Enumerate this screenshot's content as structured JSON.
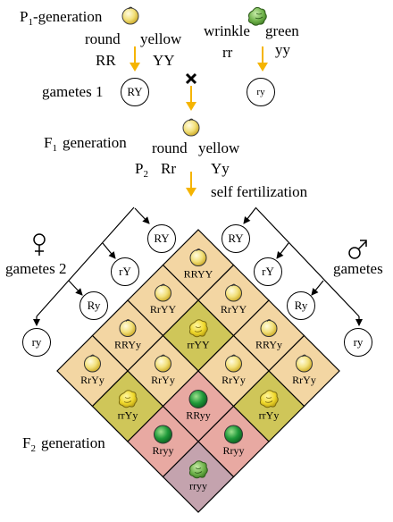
{
  "colors": {
    "arrow": "#f5b400",
    "cell_light": "#f3d6a3",
    "cell_olive": "#cfc659",
    "cell_pink": "#e8a9a2",
    "cell_mauve": "#c4a3ae",
    "pea_yellow": "#f2e07a",
    "pea_green": "#1f9a3a",
    "pea_wrinkled_green": "#6fb24a"
  },
  "icons": [
    "yellow-round-pea-icon",
    "yellow-wrinkled-pea-icon",
    "green-round-pea-icon",
    "green-wrinkled-pea-icon",
    "cross-icon",
    "female-symbol-icon",
    "male-symbol-icon"
  ],
  "p1": {
    "label": "P",
    "label_sub": "1",
    "label_rest": "-generation",
    "left_phenotype_1": "round",
    "left_phenotype_2": "yellow",
    "left_genotype_1": "RR",
    "left_genotype_2": "YY",
    "right_phenotype_1": "wrinkle",
    "right_phenotype_2": "green",
    "right_genotype_1": "rr",
    "right_genotype_2": "yy"
  },
  "gametes1": {
    "label": "gametes 1",
    "left": "RY",
    "right": "ry"
  },
  "f1": {
    "label": "F",
    "label_sub": "1",
    "label_rest": "generation",
    "phenotype_1": "round",
    "phenotype_2": "yellow",
    "p2_label": "P",
    "p2_sub": "2",
    "genotype_1": "Rr",
    "genotype_2": "Yy",
    "self_fertilization": "self fertilization"
  },
  "gametes2": {
    "female_label": "gametes 2",
    "male_label": "gametes",
    "female": [
      "RY",
      "rY",
      "Ry",
      "ry"
    ],
    "male": [
      "RY",
      "rY",
      "Ry",
      "ry"
    ]
  },
  "f2": {
    "label": "F",
    "label_sub": "2",
    "label_rest": "generation",
    "grid": [
      [
        "RRYY",
        "RrYY",
        "RRYy",
        "RrYy"
      ],
      [
        "RrYY",
        "rrYY",
        "RrYy",
        "rrYy"
      ],
      [
        "RRYy",
        "RrYy",
        "RRyy",
        "Rryy"
      ],
      [
        "RrYy",
        "rrYy",
        "Rryy",
        "rryy"
      ]
    ]
  }
}
